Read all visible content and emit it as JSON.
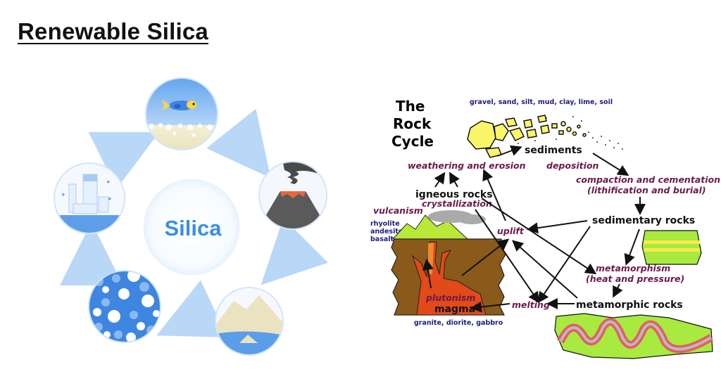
{
  "slide": {
    "title": "Renewable Silica"
  },
  "silica_cycle": {
    "center_label": "Silica",
    "accent_color": "#3a8ee6",
    "stages": [
      {
        "name": "ocean-fish",
        "description": "fish in ocean above sediment"
      },
      {
        "name": "volcano",
        "description": "erupting volcano"
      },
      {
        "name": "sand-dunes",
        "description": "sand piles by water"
      },
      {
        "name": "silica-particles",
        "description": "porous silica spheres"
      },
      {
        "name": "industry-products",
        "description": "silica containers / products"
      }
    ]
  },
  "rock_cycle": {
    "title_lines": [
      "The",
      "Rock",
      "Cycle"
    ],
    "sediment_types": "gravel, sand, silt, mud, clay, lime, soil",
    "nodes": {
      "sediments": "sediments",
      "igneous": "igneous rocks",
      "sedimentary": "sedimentary rocks",
      "metamorphic": "metamorphic rocks",
      "magma": "magma"
    },
    "processes": {
      "weathering": "weathering and erosion",
      "deposition": "deposition",
      "compaction_1": "compaction and cementation",
      "compaction_2": "(lithification and burial)",
      "vulcanism": "vulcanism",
      "crystallization": "crystallization",
      "uplift": "uplift",
      "metamorphism_1": "metamorphism",
      "metamorphism_2": "(heat and pressure)",
      "melting": "melting",
      "plutonism": "plutonism"
    },
    "extrusive_rocks": [
      "rhyolite",
      "andesite",
      "basalt"
    ],
    "intrusive_rocks": "granite, diorite, gabbro"
  }
}
